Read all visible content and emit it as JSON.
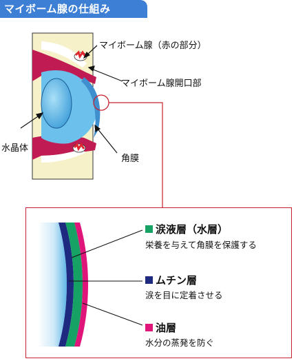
{
  "title": "マイボーム腺の仕組み",
  "eye_labels": {
    "meibomian_gland": "マイボーム腺（赤の部分）",
    "gland_opening": "マイボーム腺開口部",
    "lens": "水晶体",
    "cornea": "角膜"
  },
  "layers": [
    {
      "name": "涙液層（水層）",
      "desc": "栄養を与えて角膜を保護する",
      "color": "#16a265"
    },
    {
      "name": "ムチン層",
      "desc": "涙を目に定着させる",
      "color": "#1e2a80"
    },
    {
      "name": "油層",
      "desc": "水分の蒸発を防ぐ",
      "color": "#e0157a"
    }
  ],
  "colors": {
    "title_bg": "#3d7fd4",
    "eye_bg": "#f6f1c9",
    "lid_tissue": "#c01c53",
    "gland_red": "#e0262f",
    "eyeball_blue": "#6cc1ec",
    "connector_red": "#c8202e"
  }
}
